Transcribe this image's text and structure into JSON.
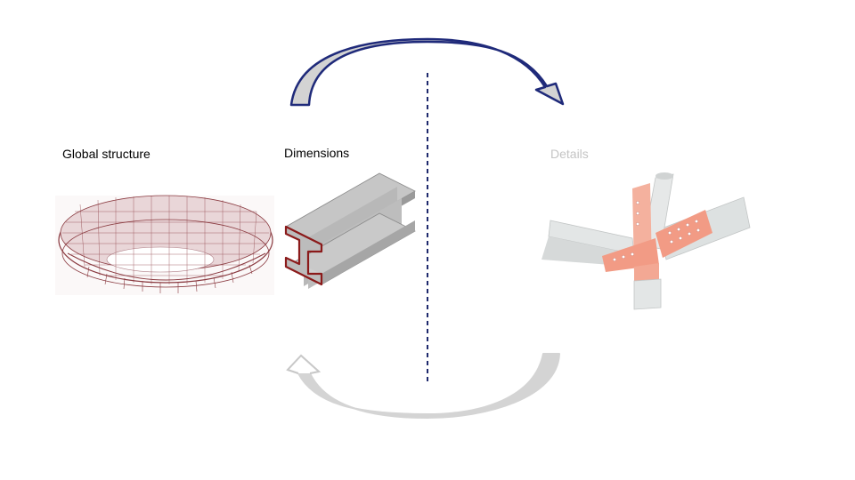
{
  "labels": {
    "global_structure": "Global structure",
    "dimensions": "Dimensions",
    "details": "Details"
  },
  "colors": {
    "arrow_top_stroke": "#1f2a7a",
    "arrow_top_fill": "#d3d3d3",
    "arrow_bottom": "#d0d0d0",
    "divider": "#1f2a6e",
    "details_label": "#c4c4c4",
    "steel_grey": "#b8b8b8",
    "steel_dark": "#7a7a7a",
    "section_edge": "#8b1a1a",
    "mesh_red": "#8a3a40",
    "joint_orange": "#f08a70"
  },
  "icons": {
    "global_structure": "stadium-mesh-icon",
    "dimensions": "i-beam-icon",
    "details": "steel-joint-icon"
  }
}
